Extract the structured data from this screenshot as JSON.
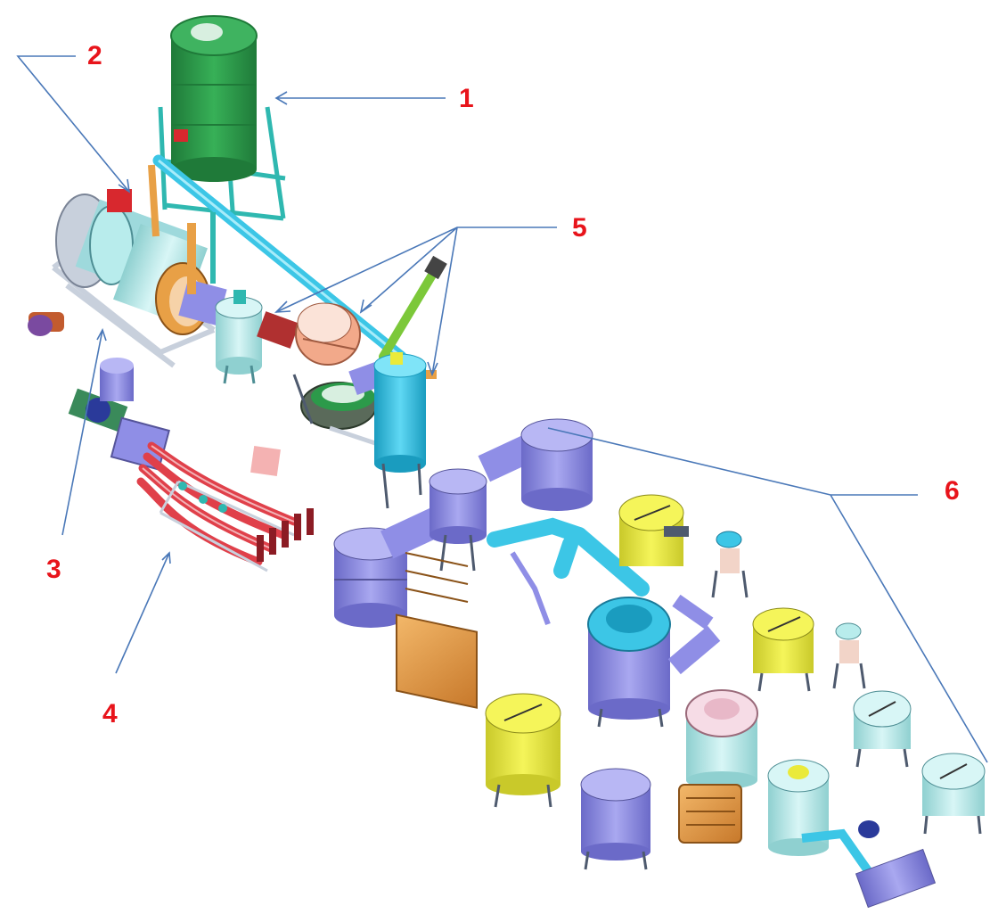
{
  "diagram": {
    "callouts": [
      {
        "id": "1",
        "label": "1"
      },
      {
        "id": "2",
        "label": "2"
      },
      {
        "id": "3",
        "label": "3"
      },
      {
        "id": "4",
        "label": "4"
      },
      {
        "id": "5",
        "label": "5"
      },
      {
        "id": "6",
        "label": "6"
      }
    ]
  },
  "colors": {
    "label": "#e8141b",
    "leader_line": "#4a78b8",
    "green_tower": "#2c9a4a",
    "teal_frame": "#2fb8b0",
    "cyan_pipe": "#3cc6e6",
    "lavender_vessel": "#8f8ee6",
    "yellow_vessel": "#eaea3a",
    "pale_cyan_vessel": "#b8ecec",
    "orange_unit": "#e8a046",
    "salmon_unit": "#f2a98a",
    "red_pipes": "#e0404a",
    "grey_frame": "#c8d0dc"
  }
}
